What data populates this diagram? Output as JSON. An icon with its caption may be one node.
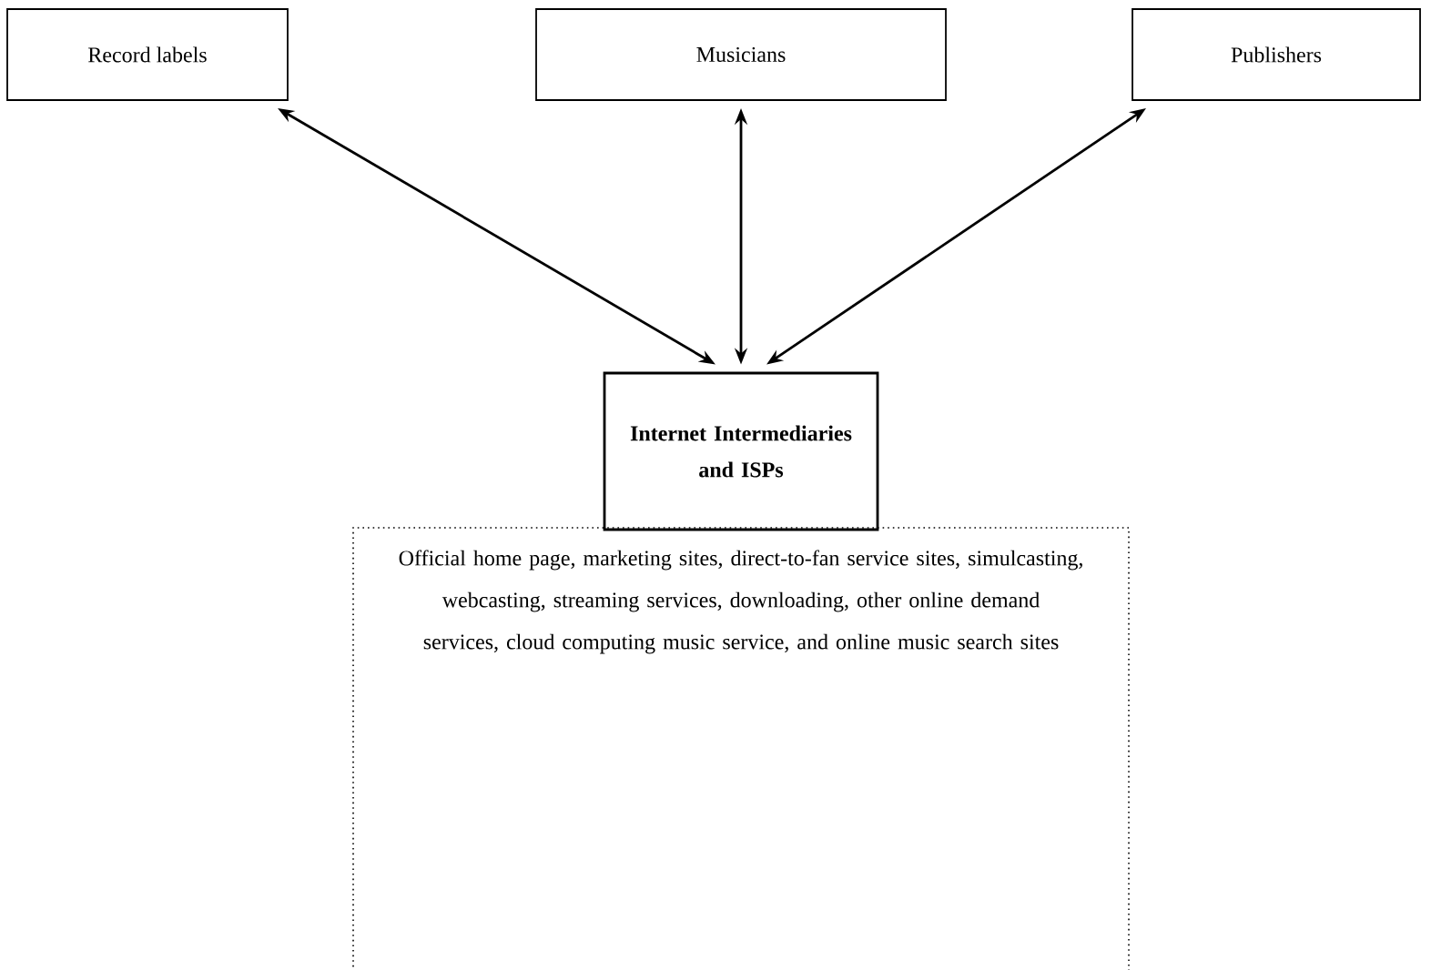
{
  "diagram": {
    "nodes": [
      {
        "text": [
          "Record labels"
        ]
      },
      {
        "text": [
          "Musicians"
        ]
      },
      {
        "text": [
          "Publishers"
        ]
      },
      {
        "text": [
          "Internet Intermediaries and ISPs"
        ]
      },
      {
        "text": [
          "Official home page, marketing sites, direct-to-fan service sites, simulcasting, webcasting, streaming services, downloading, other online demand services, cloud computing music service, and online music search sites"
        ]
      }
    ],
    "edges": [
      {
        "from": 0,
        "to": 3,
        "arrow": "both"
      },
      {
        "from": 1,
        "to": 3,
        "arrow": "both"
      },
      {
        "from": 2,
        "to": 3,
        "arrow": "both"
      }
    ]
  }
}
